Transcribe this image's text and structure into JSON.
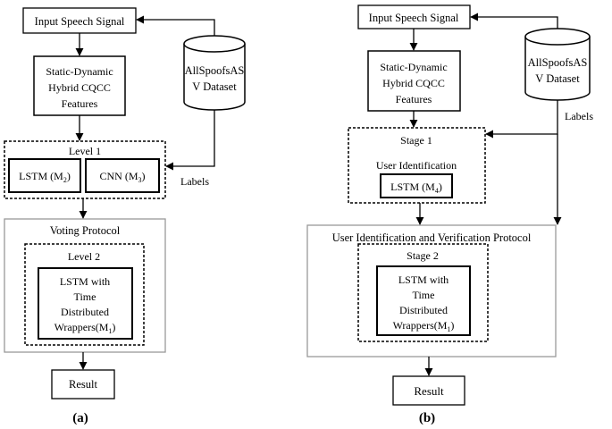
{
  "panel_a": {
    "input": "Input Speech Signal",
    "features": [
      "Static-Dynamic",
      "Hybrid CQCC",
      "Features"
    ],
    "dataset": [
      "AllSpoofsAS",
      "V Dataset"
    ],
    "level1_title": "Level 1",
    "lstm_m2": {
      "text": "LSTM (M",
      "sub": "2",
      "close": ")"
    },
    "cnn_m3": {
      "text": "CNN (M",
      "sub": "3",
      "close": ")"
    },
    "labels": "Labels",
    "voting_title": "Voting Protocol",
    "level2_title": "Level 2",
    "lstm_m1": [
      "LSTM with",
      "Time",
      "Distributed"
    ],
    "lstm_m1_last": {
      "text": "Wrappers(M",
      "sub": "1",
      "close": ")"
    },
    "result": "Result",
    "caption": "(a)"
  },
  "panel_b": {
    "input": "Input Speech Signal",
    "features": [
      "Static-Dynamic",
      "Hybrid CQCC",
      "Features"
    ],
    "dataset": [
      "AllSpoofsAS",
      "V Dataset"
    ],
    "labels": "Labels",
    "stage1_title": "Stage 1",
    "user_identification": "User Identification",
    "lstm_m4": {
      "text": "LSTM (M",
      "sub": "4",
      "close": ")"
    },
    "protocol_title": "User Identification and Verification Protocol",
    "stage2_title": "Stage 2",
    "lstm_m1": [
      "LSTM with",
      "Time",
      "Distributed"
    ],
    "lstm_m1_last": {
      "text": "Wrappers(M",
      "sub": "1",
      "close": ")"
    },
    "result": "Result",
    "caption": "(b)"
  }
}
